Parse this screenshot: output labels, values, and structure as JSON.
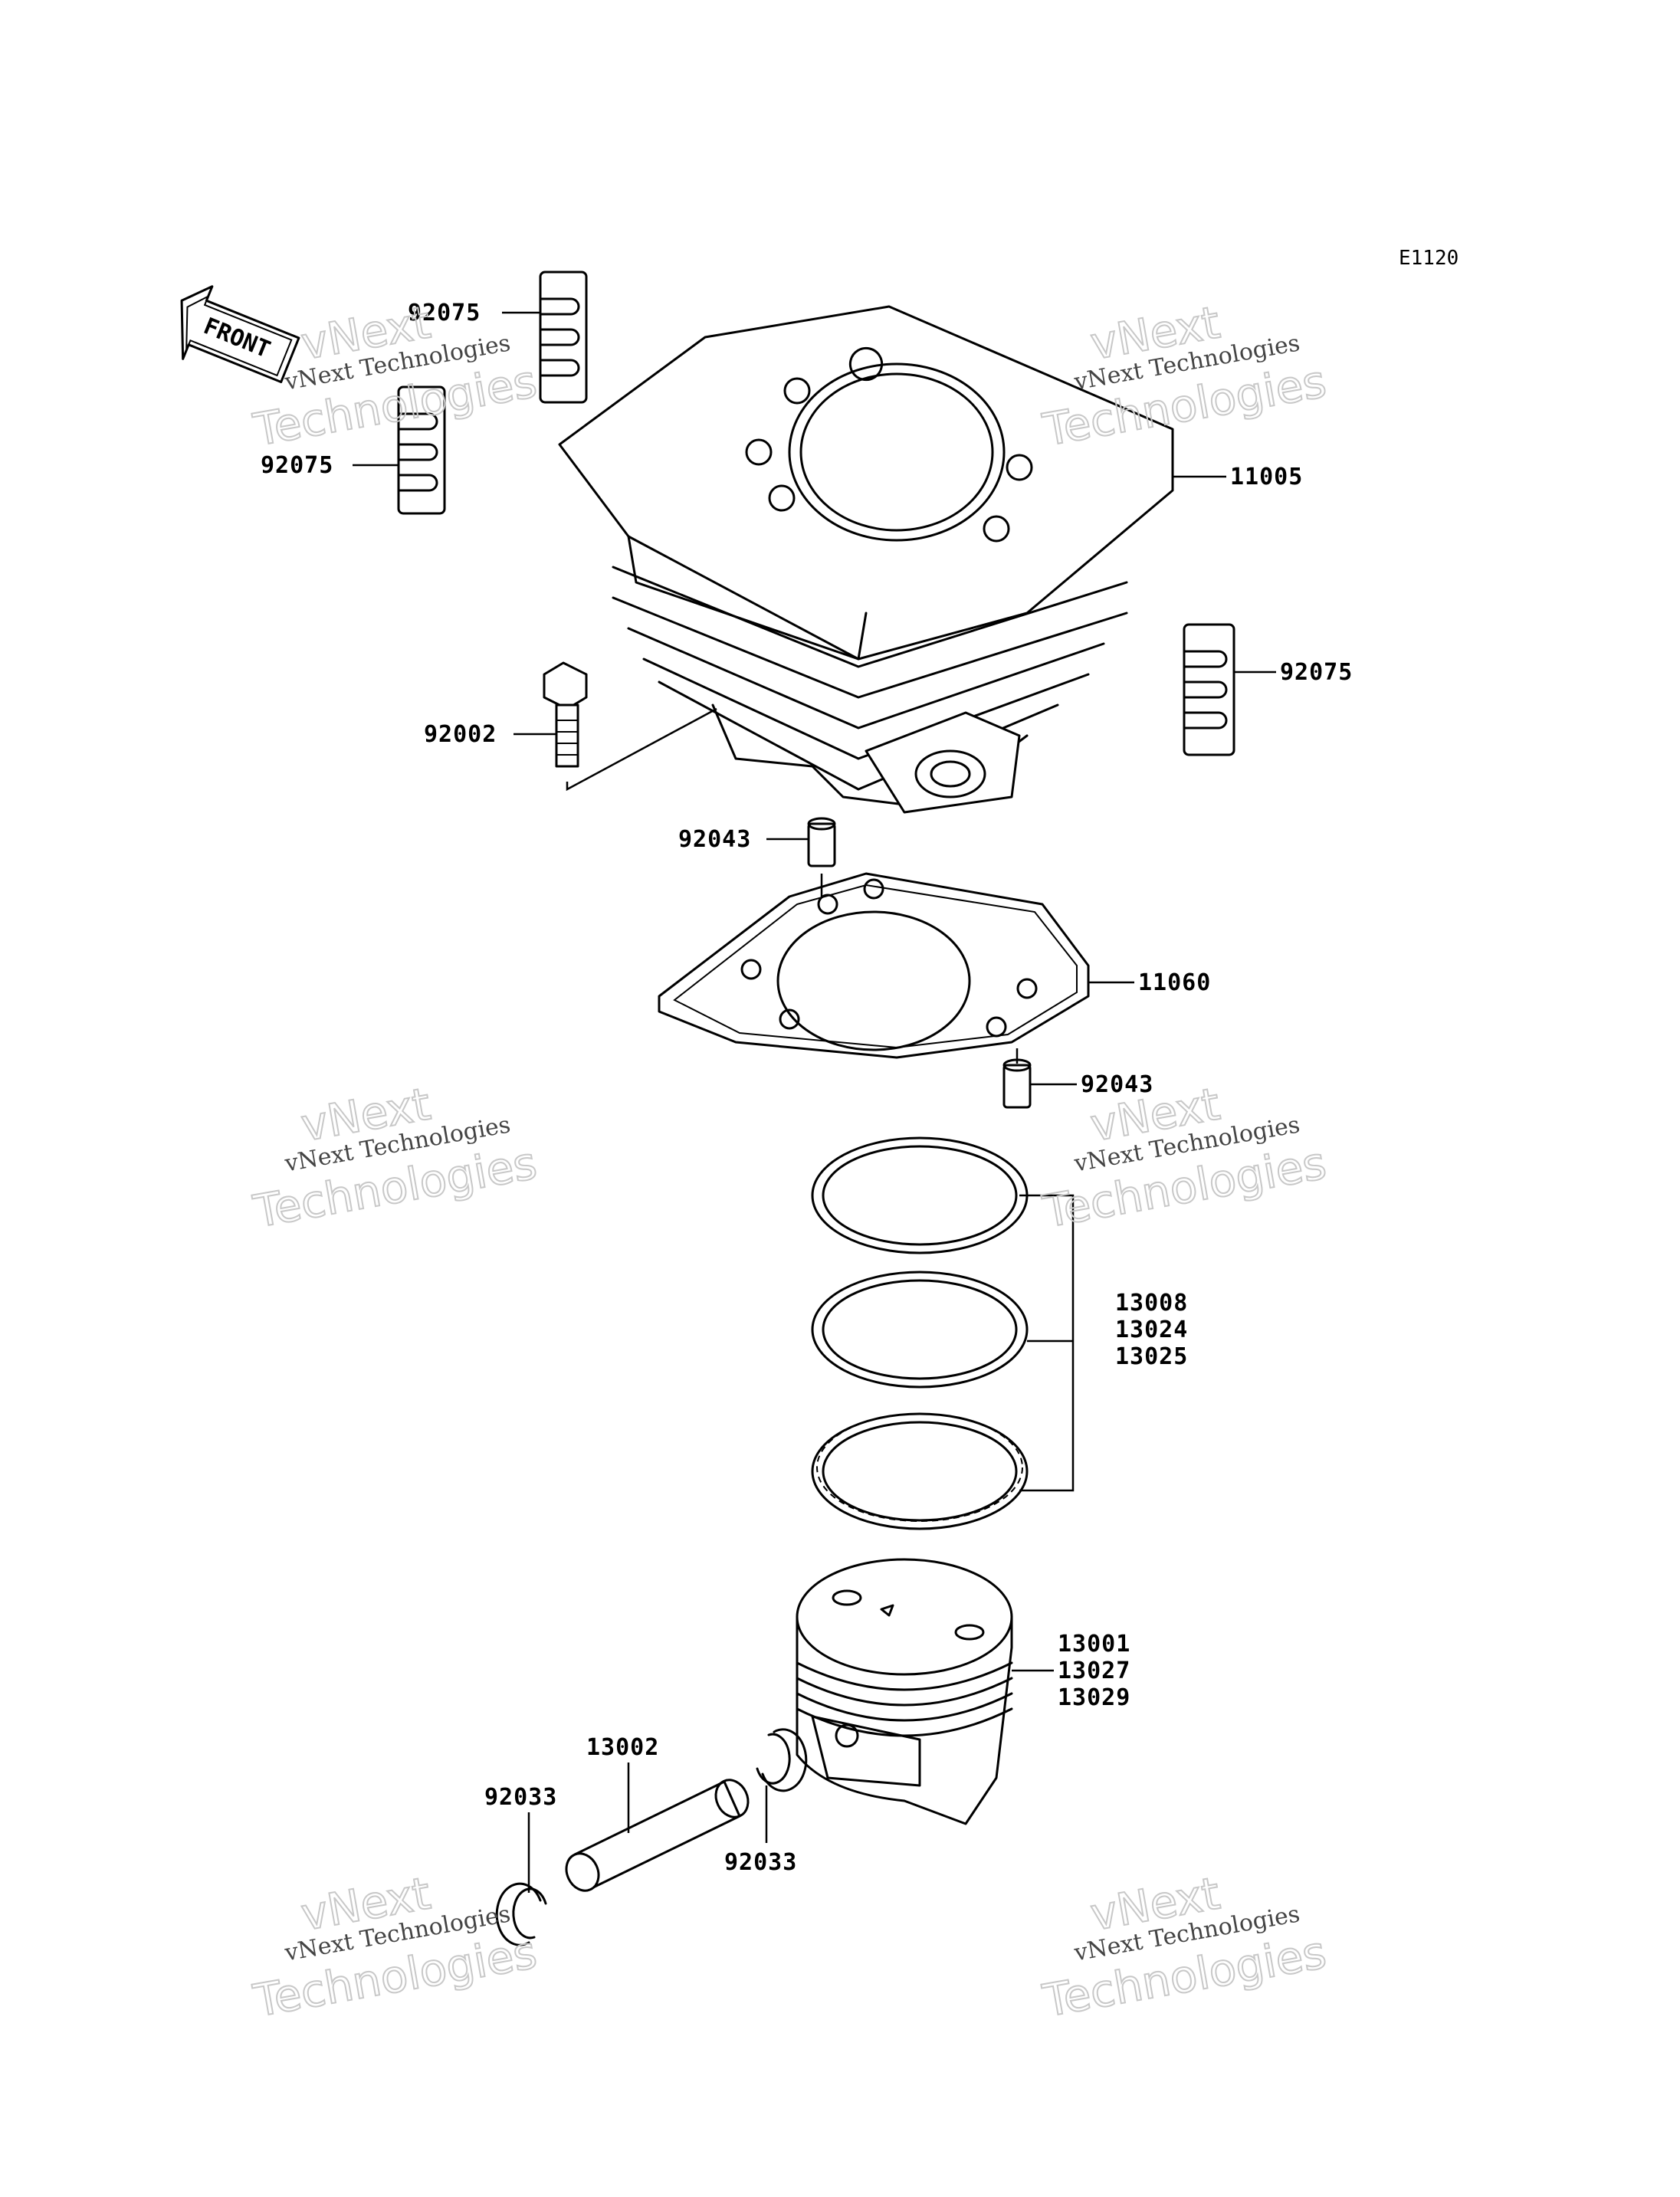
{
  "diagram": {
    "code": "E1120",
    "front_label": "FRONT",
    "callouts": {
      "c92075_a": "92075",
      "c92075_b": "92075",
      "c92075_c": "92075",
      "c11005": "11005",
      "c92002": "92002",
      "c92043_a": "92043",
      "c11060": "11060",
      "c92043_b": "92043",
      "c13008": "13008",
      "c13024": "13024",
      "c13025": "13025",
      "c13001": "13001",
      "c13027": "13027",
      "c13029": "13029",
      "c13002": "13002",
      "c92033_a": "92033",
      "c92033_b": "92033"
    }
  },
  "watermark": {
    "line1": "vNext",
    "line2": "vNext Technologies",
    "line3": "Technologies"
  }
}
